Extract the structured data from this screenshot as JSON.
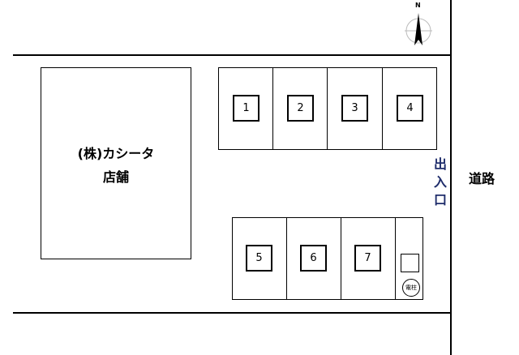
{
  "compass": {
    "north_label": "N"
  },
  "store": {
    "line1": "(株)カシータ",
    "line2": "店舗"
  },
  "entrance": {
    "chars": [
      "出",
      "入",
      "口"
    ]
  },
  "road": {
    "label": "道路"
  },
  "parking": {
    "top_row": [
      "1",
      "2",
      "3",
      "4"
    ],
    "bottom_row": [
      "5",
      "6",
      "7"
    ]
  },
  "utility_pole": {
    "label": "電柱"
  }
}
